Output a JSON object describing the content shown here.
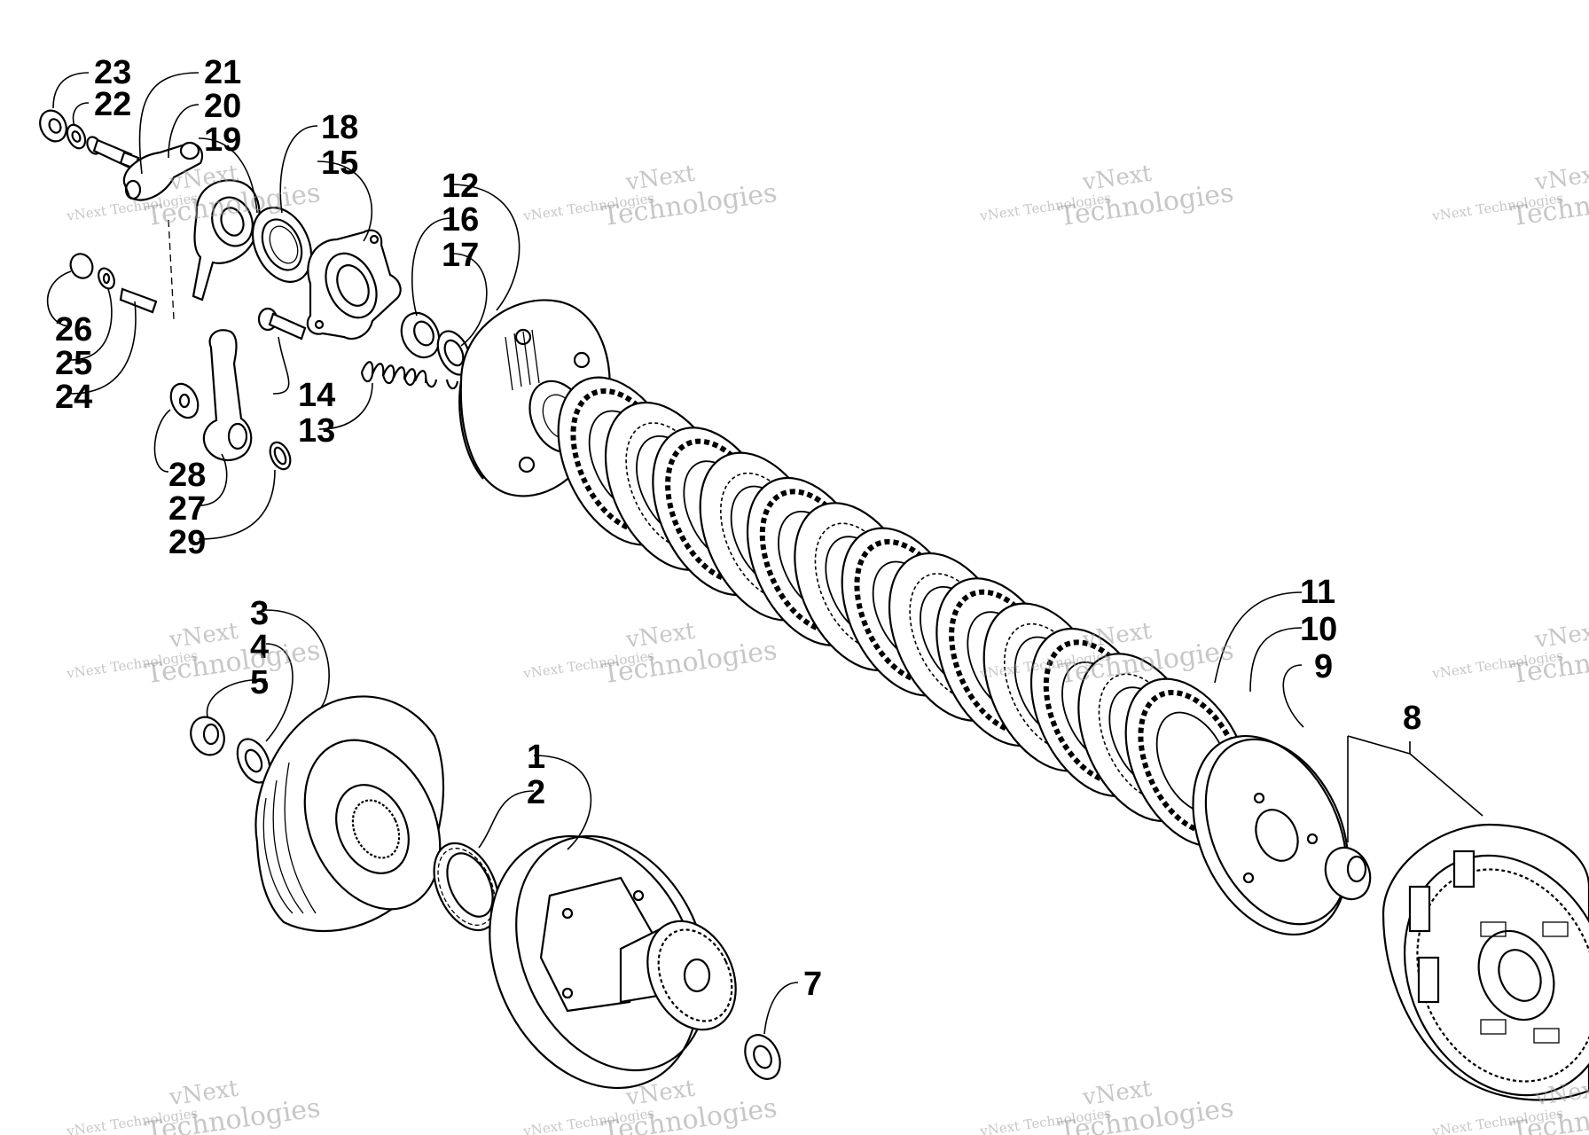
{
  "watermark": {
    "line1": "vNext Technologies",
    "line2": "vNext",
    "line3": "Technologies"
  },
  "callouts": {
    "c1": "1",
    "c2": "2",
    "c3": "3",
    "c4": "4",
    "c5": "5",
    "c7": "7",
    "c8": "8",
    "c9": "9",
    "c10": "10",
    "c11": "11",
    "c12": "12",
    "c13": "13",
    "c14": "14",
    "c15": "15",
    "c16": "16",
    "c17": "17",
    "c18": "18",
    "c19": "19",
    "c20": "20",
    "c21": "21",
    "c22": "22",
    "c23": "23",
    "c24": "24",
    "c25": "25",
    "c26": "26",
    "c27": "27",
    "c28": "28",
    "c29": "29"
  }
}
